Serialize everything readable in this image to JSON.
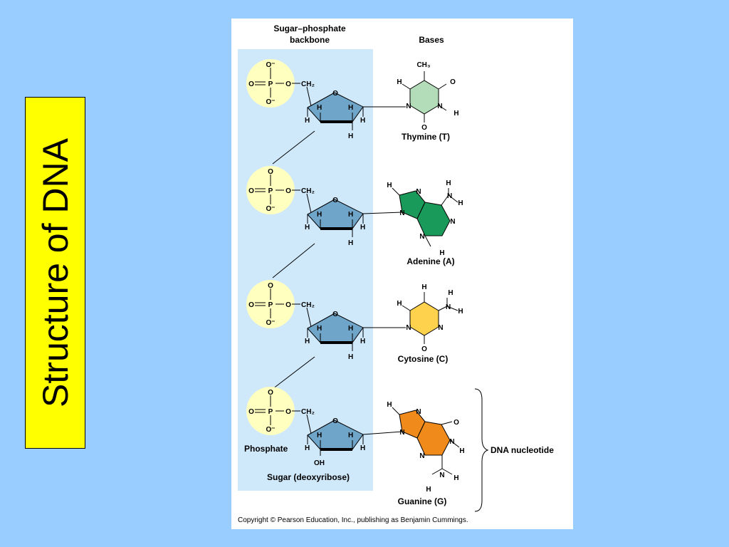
{
  "slide": {
    "title": "Structure of DNA",
    "title_bg_color": "#ffff00",
    "page_bg_color": "#99ccff"
  },
  "figure": {
    "backbone_header_line1": "Sugar–phosphate",
    "backbone_header_line2": "backbone",
    "bases_header": "Bases",
    "phosphate_label": "Phosphate",
    "sugar_label": "Sugar (deoxyribose)",
    "nucleotide_label": "DNA nucleotide",
    "copyright": "Copyright © Pearson Education, Inc., publishing as Benjamin Cummings.",
    "atoms": {
      "O": "O",
      "O_minus": "O⁻",
      "P": "P",
      "H": "H",
      "N": "N",
      "CH2": "CH₂",
      "CH3": "CH₃",
      "OH": "OH"
    },
    "bases": [
      {
        "name": "Thymine (T)",
        "color": "#b3dcb8"
      },
      {
        "name": "Adenine (A)",
        "color": "#1a9a5a"
      },
      {
        "name": "Cytosine (C)",
        "color": "#ffd24d"
      },
      {
        "name": "Guanine (G)",
        "color": "#f08a1a"
      }
    ],
    "colors": {
      "backbone_panel": "#cfe9fb",
      "phosphate_circle": "#ffffc0",
      "sugar_ring": "#6fa5c8"
    }
  }
}
